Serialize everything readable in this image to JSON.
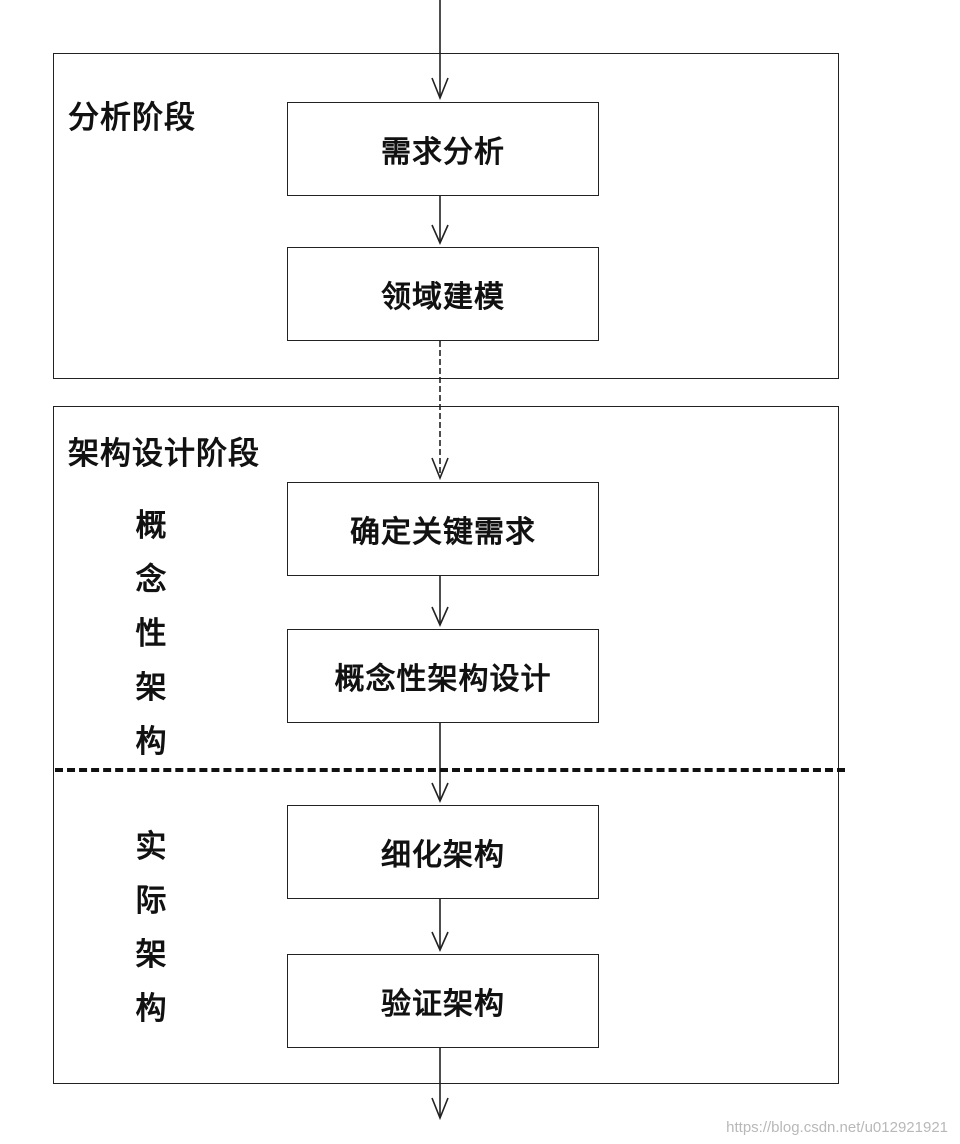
{
  "regions": {
    "analysis": {
      "label": "分析阶段"
    },
    "architecture": {
      "label": "架构设计阶段"
    }
  },
  "boxes": [
    {
      "label": "需求分析"
    },
    {
      "label": "领域建模"
    },
    {
      "label": "确定关键需求"
    },
    {
      "label": "概念性架构设计"
    },
    {
      "label": "细化架构"
    },
    {
      "label": "验证架构"
    }
  ],
  "side_labels": {
    "conceptual": [
      "概",
      "念",
      "性",
      "架",
      "构"
    ],
    "actual": [
      "实",
      "际",
      "架",
      "构"
    ]
  },
  "watermark": "https://blog.csdn.net/u012921921"
}
